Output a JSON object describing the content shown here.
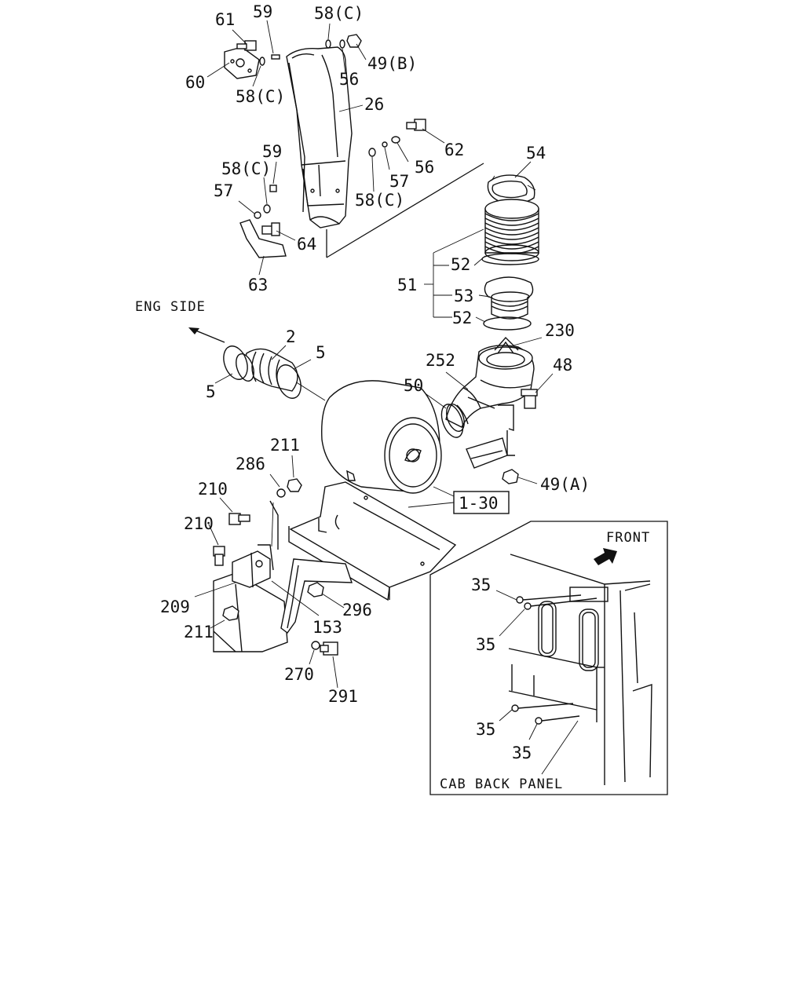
{
  "labels": {
    "p61": "61",
    "p59_top": "59",
    "p58c_top": "58(C)",
    "p49b": "49(B)",
    "p60": "60",
    "p58c_left": "58(C)",
    "p56_top": "56",
    "p26": "26",
    "p62": "62",
    "p59_mid": "59",
    "p58c_mid": "58(C)",
    "p57_left": "57",
    "p56_mid": "56",
    "p57_mid": "57",
    "p58c_mid2": "58(C)",
    "p64": "64",
    "p63": "63",
    "p54": "54",
    "p52_upper": "52",
    "p51": "51",
    "p53": "53",
    "p52_lower": "52",
    "p230": "230",
    "p2": "2",
    "p5_right": "5",
    "p5_left": "5",
    "p252": "252",
    "p48": "48",
    "p50": "50",
    "p211_top": "211",
    "p286": "286",
    "p210_upper": "210",
    "p210_lower": "210",
    "p49a": "49(A)",
    "p1_30": "1-30",
    "p209": "209",
    "p296": "296",
    "p153": "153",
    "p211_bottom": "211",
    "p270": "270",
    "p291": "291",
    "p35_a": "35",
    "p35_b": "35",
    "p35_c": "35",
    "p35_d": "35"
  },
  "captions": {
    "eng_side": "ENG SIDE",
    "front": "FRONT",
    "cab_back_panel": "CAB BACK PANEL"
  },
  "icons": [
    "direction-arrow-icon",
    "front-arrow-icon"
  ]
}
